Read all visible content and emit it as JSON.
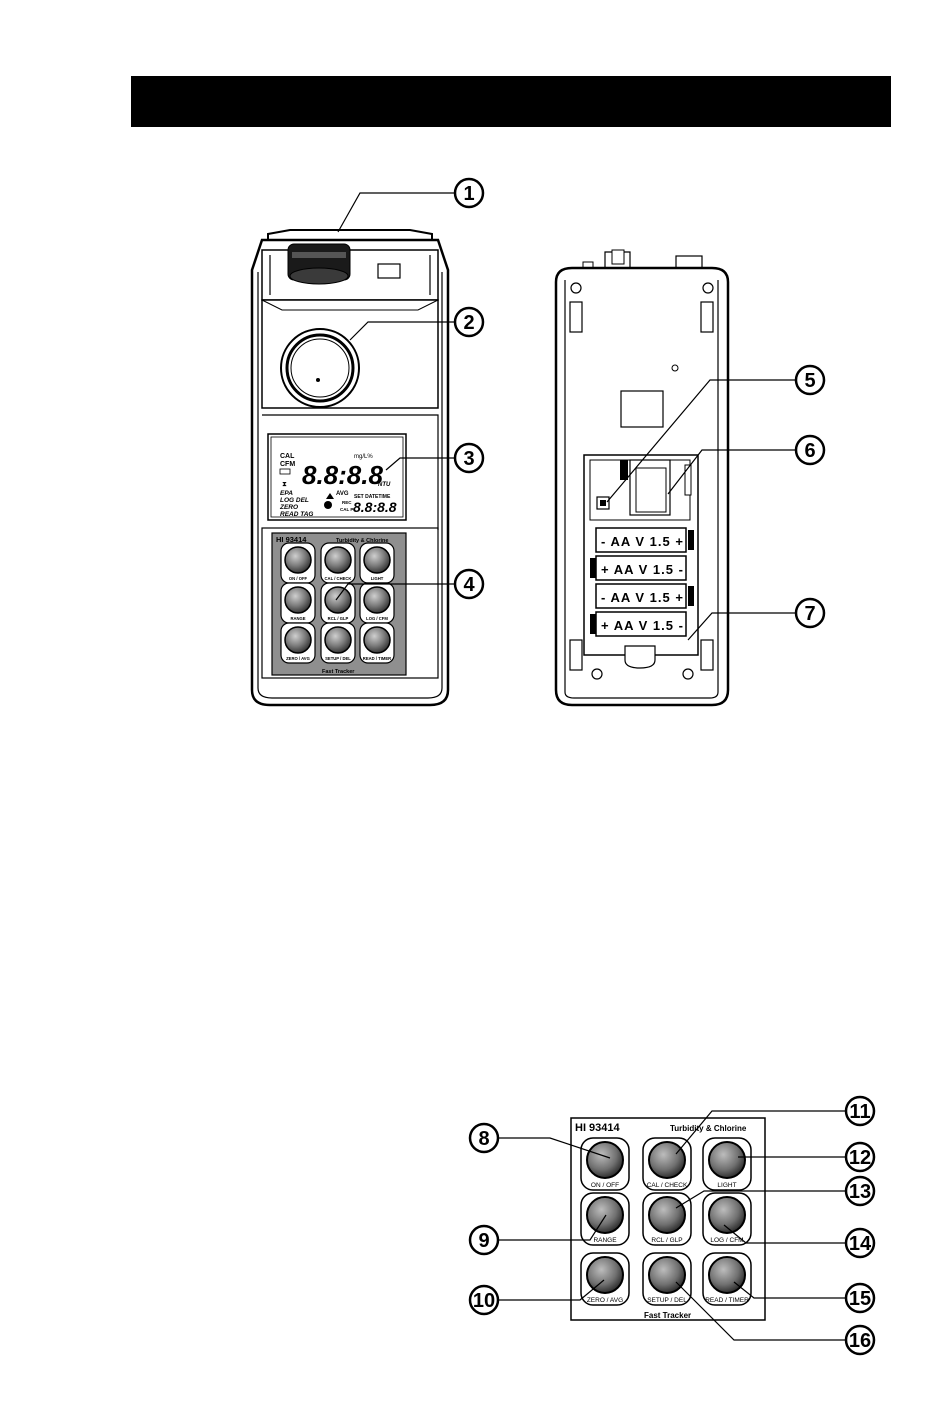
{
  "front": {
    "model": "HI 93414",
    "subtitle": "Turbidity & Chlorine",
    "brand": "Fast Tracker",
    "display": {
      "cal": "CAL",
      "cfm": "CFM",
      "unit_top": "mg/L%",
      "digits": "8.8:8.8",
      "ntu": "NTU",
      "avg": "AVG",
      "epa": "EPA",
      "log_del": "LOG DEL",
      "zero": "ZERO",
      "read_tag": "READ TAG",
      "set_date_time": "SET DATETIME",
      "rec": "REC",
      "calp": "CAL P",
      "small_digits": "8.8:8.8"
    },
    "keys": [
      "ON / OFF",
      "CAL / CHECK",
      "LIGHT",
      "RANGE",
      "RCL / GLP",
      "LOG / CFM",
      "ZERO / AVG",
      "SETUP / DEL",
      "READ / TIMER"
    ]
  },
  "back": {
    "battery_label_a": "- AA V 1.5 +",
    "battery_label_b": "+ AA V 1.5 -"
  },
  "callouts": [
    "1",
    "2",
    "3",
    "4",
    "5",
    "6",
    "7",
    "8",
    "9",
    "10",
    "11",
    "12",
    "13",
    "14",
    "15",
    "16"
  ],
  "keypad": {
    "model": "HI 93414",
    "subtitle": "Turbidity & Chlorine",
    "brand": "Fast Tracker",
    "keys": [
      "ON / OFF",
      "CAL / CHECK",
      "LIGHT",
      "RANGE",
      "RCL / GLP",
      "LOG / CFM",
      "ZERO / AVG",
      "SETUP / DEL",
      "READ / TIMER"
    ]
  }
}
